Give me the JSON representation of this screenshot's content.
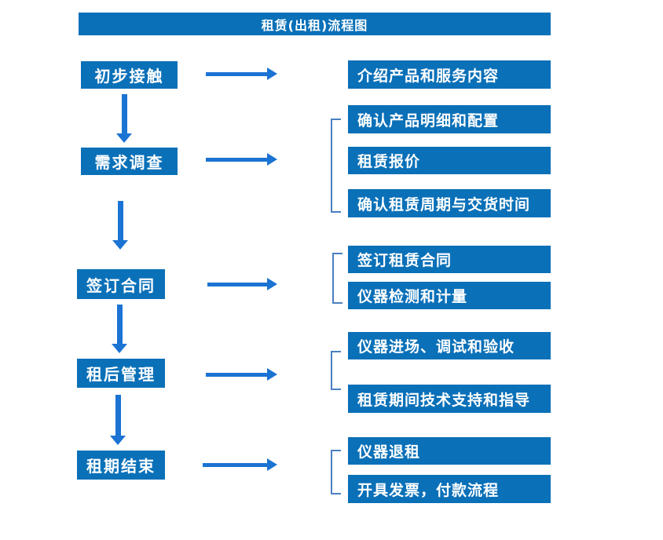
{
  "title": "租赁(出租)流程图",
  "colors": {
    "box_fill": "#0a70b8",
    "arrow": "#1b73d3",
    "bracket": "#4a80c0",
    "box_text": "#ffffff",
    "background": "#ffffff"
  },
  "steps": [
    {
      "label": "初步接触"
    },
    {
      "label": "需求调查"
    },
    {
      "label": "签订合同"
    },
    {
      "label": "租后管理"
    },
    {
      "label": "租期结束"
    }
  ],
  "detail_groups": [
    {
      "items": [
        "介绍产品和服务内容"
      ]
    },
    {
      "items": [
        "确认产品明细和配置",
        "租赁报价",
        "确认租赁周期与交货时间"
      ]
    },
    {
      "items": [
        "签订租赁合同",
        "仪器检测和计量"
      ]
    },
    {
      "items": [
        "仪器进场、调试和验收",
        "租赁期间技术支持和指导"
      ]
    },
    {
      "items": [
        "仪器退租",
        "开具发票，付款流程"
      ]
    }
  ]
}
